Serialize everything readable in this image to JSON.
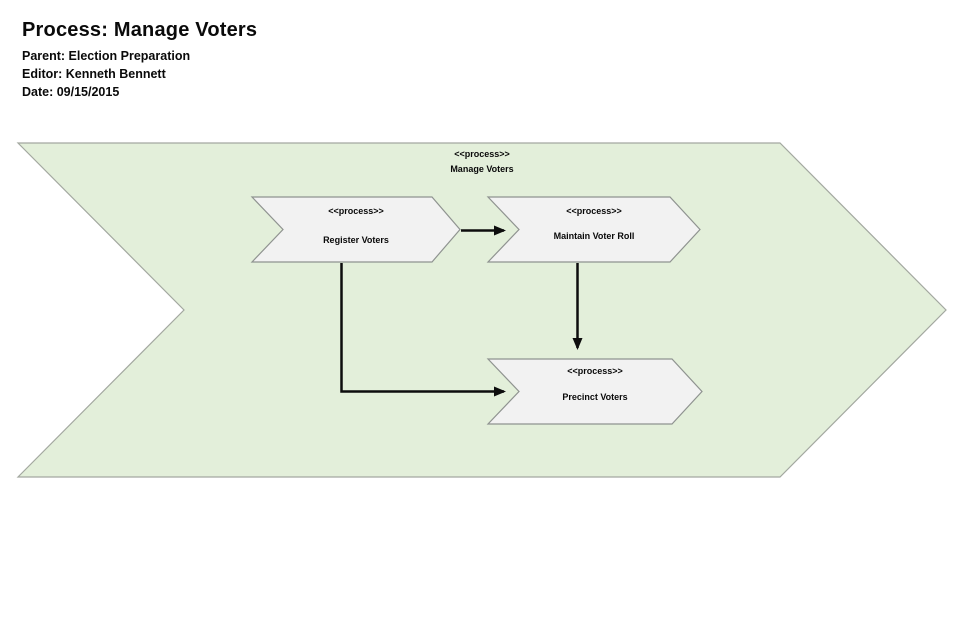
{
  "header": {
    "title": "Process: Manage Voters",
    "parent": "Parent: Election Preparation",
    "editor": "Editor: Kenneth Bennett",
    "date": "Date: 09/15/2015"
  },
  "diagram": {
    "container": {
      "stereotype": "<<process>>",
      "label": "Manage Voters",
      "fill": "#e3efda",
      "border": "#a3a8a0"
    },
    "node_style": {
      "fill": "#f2f2f2",
      "border": "#8f9390"
    },
    "connector_color": "#0d0d0d",
    "nodes": [
      {
        "stereotype": "<<process>>",
        "label": "Register Voters"
      },
      {
        "stereotype": "<<process>>",
        "label": "Maintain Voter Roll"
      },
      {
        "stereotype": "<<process>>",
        "label": "Precinct Voters"
      }
    ],
    "connections": [
      {
        "from": "Register Voters",
        "to": "Maintain Voter Roll"
      },
      {
        "from": "Maintain Voter Roll",
        "to": "Precinct Voters"
      },
      {
        "from": "Register Voters",
        "to": "Precinct Voters"
      }
    ]
  }
}
